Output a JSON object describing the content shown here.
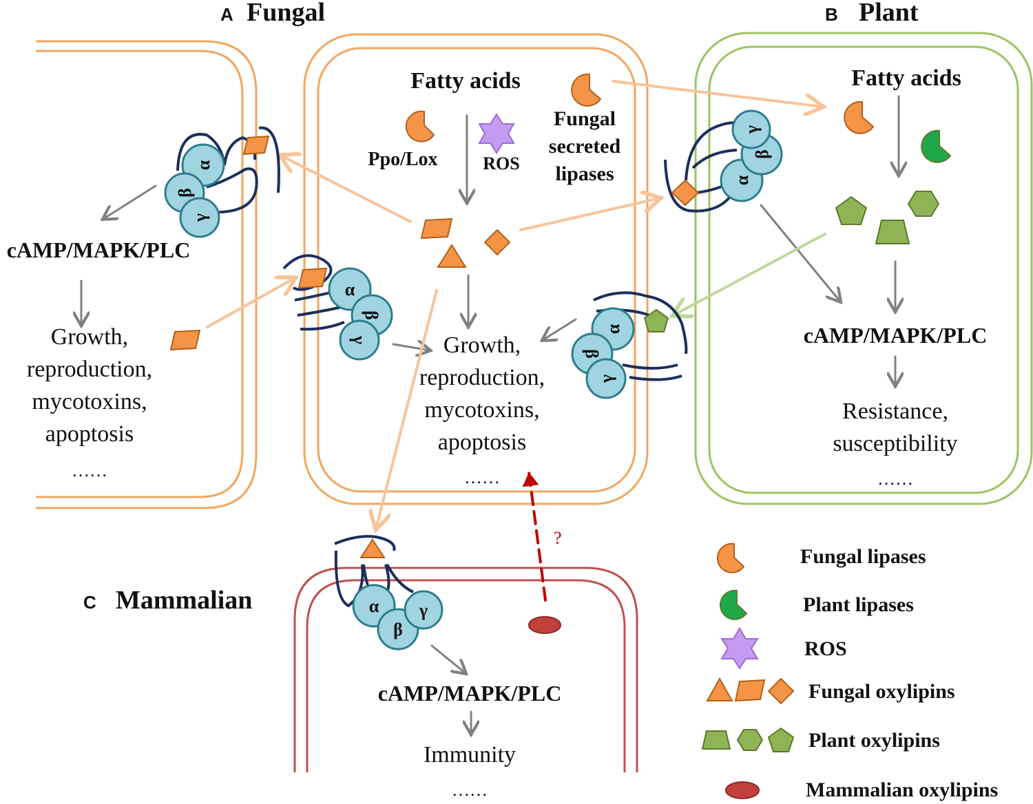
{
  "panels": {
    "a": {
      "letter": "A",
      "title": "Fungal"
    },
    "b": {
      "letter": "B",
      "title": "Plant"
    },
    "c": {
      "letter": "C",
      "title": "Mammalian"
    }
  },
  "fungal_cell": {
    "fatty_acids": "Fatty acids",
    "ppo_lox": "Ppo/Lox",
    "ros": "ROS",
    "secreted_lipases": [
      "Fungal",
      "secreted",
      "lipases"
    ],
    "outcome": [
      "Growth,",
      "reproduction,",
      "mycotoxins,",
      "apoptosis"
    ],
    "ellipsis": "……"
  },
  "neighbor_fungal_cell": {
    "signaling": "cAMP/MAPK/PLC",
    "outcome": [
      "Growth,",
      "reproduction,",
      "mycotoxins,",
      "apoptosis"
    ],
    "ellipsis": "……"
  },
  "plant_cell": {
    "fatty_acids": "Fatty acids",
    "signaling": "cAMP/MAPK/PLC",
    "outcome": [
      "Resistance,",
      "susceptibility"
    ],
    "ellipsis": "……"
  },
  "mammalian_cell": {
    "signaling": "cAMP/MAPK/PLC",
    "outcome": "Immunity",
    "ellipsis": "……",
    "question": "?"
  },
  "gpcr_subunits": {
    "alpha": "α",
    "beta": "β",
    "gamma": "γ"
  },
  "legend": [
    {
      "icon": "fungal-lipase-icon",
      "label": "Fungal lipases"
    },
    {
      "icon": "plant-lipase-icon",
      "label": "Plant lipases"
    },
    {
      "icon": "ros-icon",
      "label": "ROS"
    },
    {
      "icon": "fungal-oxylipin-icons",
      "label": "Fungal oxylipins"
    },
    {
      "icon": "plant-oxylipin-icons",
      "label": "Plant oxylipins"
    },
    {
      "icon": "mammalian-oxylipin-icon",
      "label": "Mammalian oxylipins"
    }
  ],
  "colors": {
    "fungal_orange": "#f59446",
    "fungal_orange_edge": "#b0601a",
    "fungal_membrane": "#f2a65e",
    "fungal_arrow": "#f8c39a",
    "plant_green": "#8fb456",
    "plant_green_edge": "#5c7a2a",
    "plant_membrane": "#9bc460",
    "plant_lipase": "#1fa84a",
    "mammal_membrane": "#c0504d",
    "mammal_oxylipin": "#c0403c",
    "gpcr_subunit": "#9fd4e0",
    "gpcr_edge": "#2e7c8c",
    "receptor_line": "#1b2f5a",
    "ros_purple": "#c49bf0",
    "gray_arrow": "#808080",
    "question_arrow": "#c00000"
  }
}
